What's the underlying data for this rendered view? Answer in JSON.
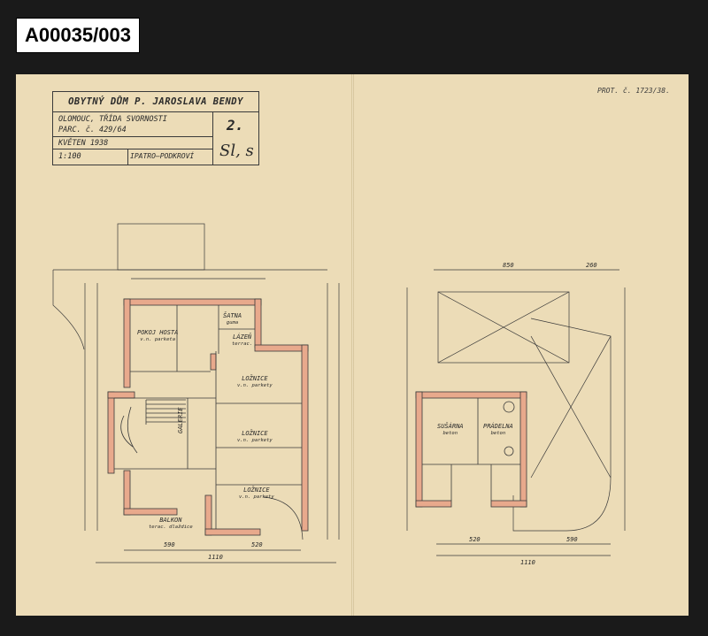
{
  "archive_id": "A00035/003",
  "protocol": "PROT. č. 1723/38.",
  "title_block": {
    "title": "OBYTNÝ DŮM P. JAROSLAVA BENDY",
    "address": "OLOMOUC, TŘÍDA SVORNOSTI",
    "parcel": "PARC. č. 429/64",
    "date": "KVĚTEN 1938",
    "scale": "1:100",
    "floor": "IPATRO–PODKROVÍ",
    "sheet_number": "2.",
    "sheet_code": "Sl, s"
  },
  "rooms_left": {
    "pokoj": {
      "name": "POKOJ HOSTA",
      "sub": "v.n. parketa"
    },
    "satna": {
      "name": "ŠATNA",
      "sub": "guma"
    },
    "lazen": {
      "name": "LÁZEŇ",
      "sub": "terrac."
    },
    "loznice1": {
      "name": "LOŽNICE",
      "sub": "v.n. parkety"
    },
    "loznice2": {
      "name": "LOŽNICE",
      "sub": "v.n. parkety"
    },
    "loznice3": {
      "name": "LOŽNICE",
      "sub": "v.n. parkety"
    },
    "galerie": {
      "name": "GALERIE"
    },
    "balkon": {
      "name": "BALKON",
      "sub": "terac. dlaždice"
    }
  },
  "rooms_right": {
    "susarna": {
      "name": "SUŠÁRNA",
      "sub": "beton"
    },
    "pradelna": {
      "name": "PRÁDELNA",
      "sub": "beton"
    }
  },
  "dimensions": {
    "left_bottom": [
      "590",
      "520"
    ],
    "left_total": "1110",
    "right_top": [
      "850",
      "260"
    ],
    "right_bottom": [
      "520",
      "590"
    ],
    "right_total": "1110"
  },
  "colors": {
    "paper": "#ecdcb7",
    "ink": "#3a3a3a",
    "wall_fill": "#e8a98c"
  }
}
